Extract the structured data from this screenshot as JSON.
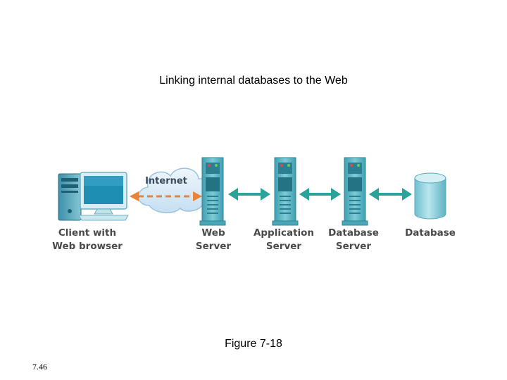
{
  "title": "Linking internal databases to the Web",
  "caption": "Figure 7-18",
  "slide_number": "7.46",
  "nodes": {
    "client": {
      "line1": "Client with",
      "line2": "Web browser"
    },
    "internet": "Internet",
    "web_server": {
      "line1": "Web",
      "line2": "Server"
    },
    "app_server": {
      "line1": "Application",
      "line2": "Server"
    },
    "db_server": {
      "line1": "Database",
      "line2": "Server"
    },
    "database": "Database"
  },
  "colors": {
    "server_body": "#5fb8c6",
    "arrow_teal": "#2aa39a",
    "arrow_orange": "#e8843a",
    "cloud": "#d6e9f7",
    "database": "#8fd0dc"
  }
}
